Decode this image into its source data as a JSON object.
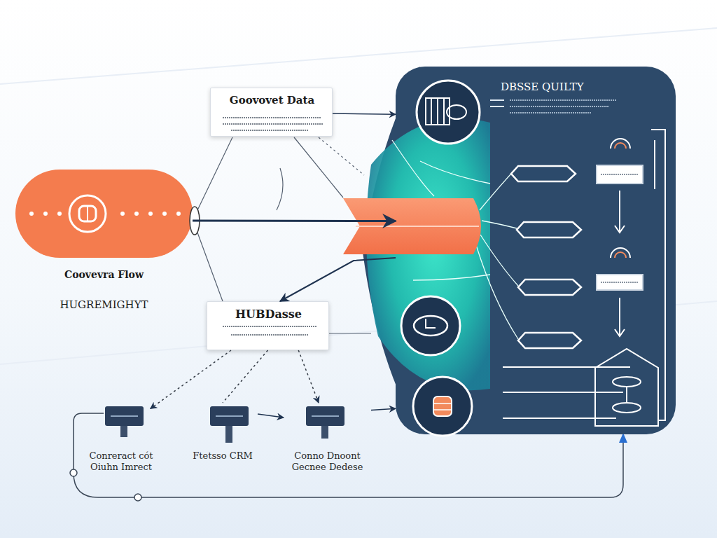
{
  "diagram": {
    "nodes": [
      {
        "text": [
          "Goovovet Data"
        ]
      },
      {
        "text": [
          "Coovevra Flow",
          "HUGREMIGHYT"
        ]
      },
      {
        "text": [
          "HUBDasse"
        ]
      },
      {
        "text": [
          "DBSSE QUILTY"
        ]
      },
      {
        "text": [
          "Conreract cót Oiuhn Imrect"
        ]
      },
      {
        "text": [
          "Ftetsso CRM"
        ]
      },
      {
        "text": [
          "Conno Dnoont Gecnee Dedese"
        ]
      }
    ],
    "edges": [
      {
        "from": 1,
        "to": 3,
        "arrow": "to"
      },
      {
        "from": 0,
        "to": 3,
        "arrow": "to"
      },
      {
        "from": 3,
        "to": 2,
        "arrow": "to"
      },
      {
        "from": 2,
        "to": 4,
        "arrow": "to"
      },
      {
        "from": 2,
        "to": 5,
        "arrow": "none"
      },
      {
        "from": 2,
        "to": 6,
        "arrow": "to"
      },
      {
        "from": 5,
        "to": 6,
        "arrow": "to"
      },
      {
        "from": 6,
        "to": 3,
        "arrow": "to"
      }
    ]
  }
}
